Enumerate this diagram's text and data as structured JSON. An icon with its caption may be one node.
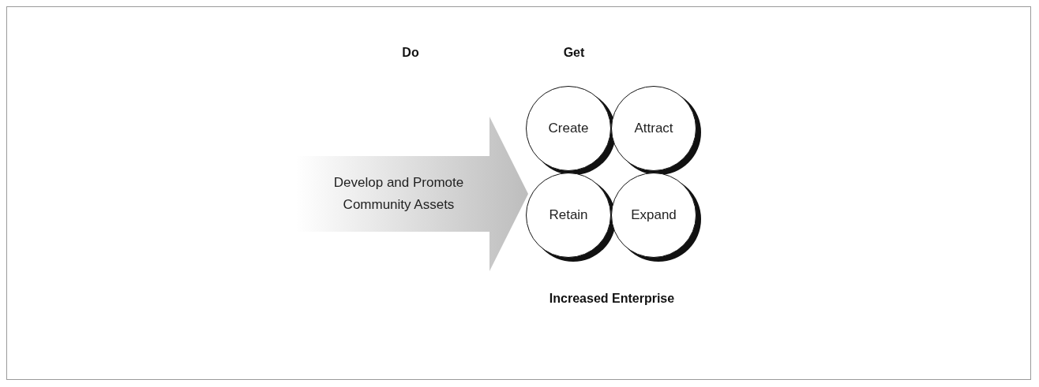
{
  "diagram": {
    "nodes": [
      {
        "text": [
          "Develop and Promote Community Assets"
        ]
      },
      {
        "text": [
          "Create"
        ]
      },
      {
        "text": [
          "Attract"
        ]
      },
      {
        "text": [
          "Retain"
        ]
      },
      {
        "text": [
          "Expand"
        ]
      }
    ],
    "labels": [
      "Do",
      "Get",
      "Increased Enterprise"
    ]
  }
}
